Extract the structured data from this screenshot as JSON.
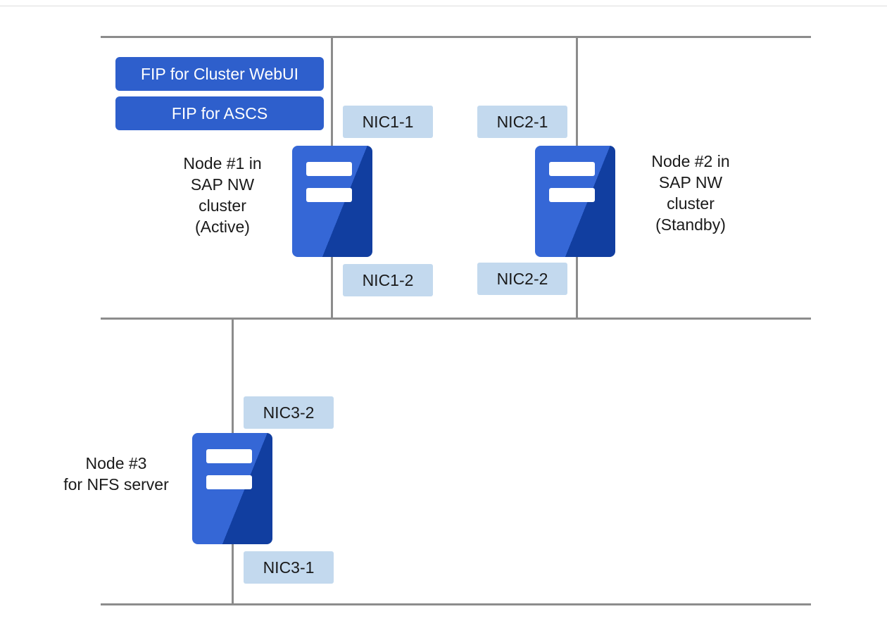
{
  "fip": {
    "webui": "FIP for Cluster WebUI",
    "ascs": "FIP for ASCS"
  },
  "nics": {
    "nic1_1": "NIC1-1",
    "nic1_2": "NIC1-2",
    "nic2_1": "NIC2-1",
    "nic2_2": "NIC2-2",
    "nic3_1": "NIC3-1",
    "nic3_2": "NIC3-2"
  },
  "nodes": {
    "node1": "Node #1 in\nSAP NW\ncluster\n(Active)",
    "node2": "Node #2 in\nSAP NW\ncluster\n(Standby)",
    "node3": "Node #3\nfor NFS server"
  },
  "colors": {
    "network_line": "#8c8c8c",
    "fip_fill": "#2e5fcc",
    "nic_fill": "#c3d9ee",
    "server_light": "#3567d6",
    "server_dark": "#113ea0"
  },
  "icons": [
    "server-icon"
  ]
}
